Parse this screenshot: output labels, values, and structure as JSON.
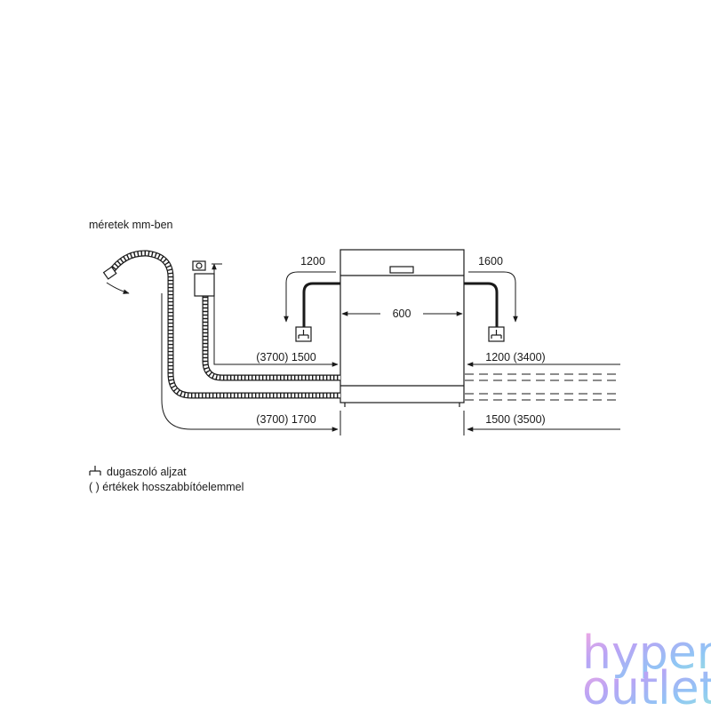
{
  "units_note": "méretek mm-ben",
  "dimensions": {
    "left_power_cord": "1200",
    "right_power_cord": "1600",
    "appliance_width": "600",
    "left_upper_hose": "(3700) 1500",
    "left_lower_hose": "(3700) 1700",
    "right_upper_hose": "1200 (3400)",
    "right_lower_hose": "1500 (3500)"
  },
  "legend": {
    "socket_text": "dugaszoló aljzat",
    "bracket_text": "( ) értékek hosszabbítóelemmel"
  },
  "logo": {
    "line1": "hyper",
    "line2": "outlet",
    "colors": [
      "#f7a8e0",
      "#b9a4f5",
      "#8fc6f5",
      "#9fe6d8"
    ]
  },
  "icons": [
    "socket-icon",
    "hose-connector-icon",
    "siphon-icon"
  ]
}
